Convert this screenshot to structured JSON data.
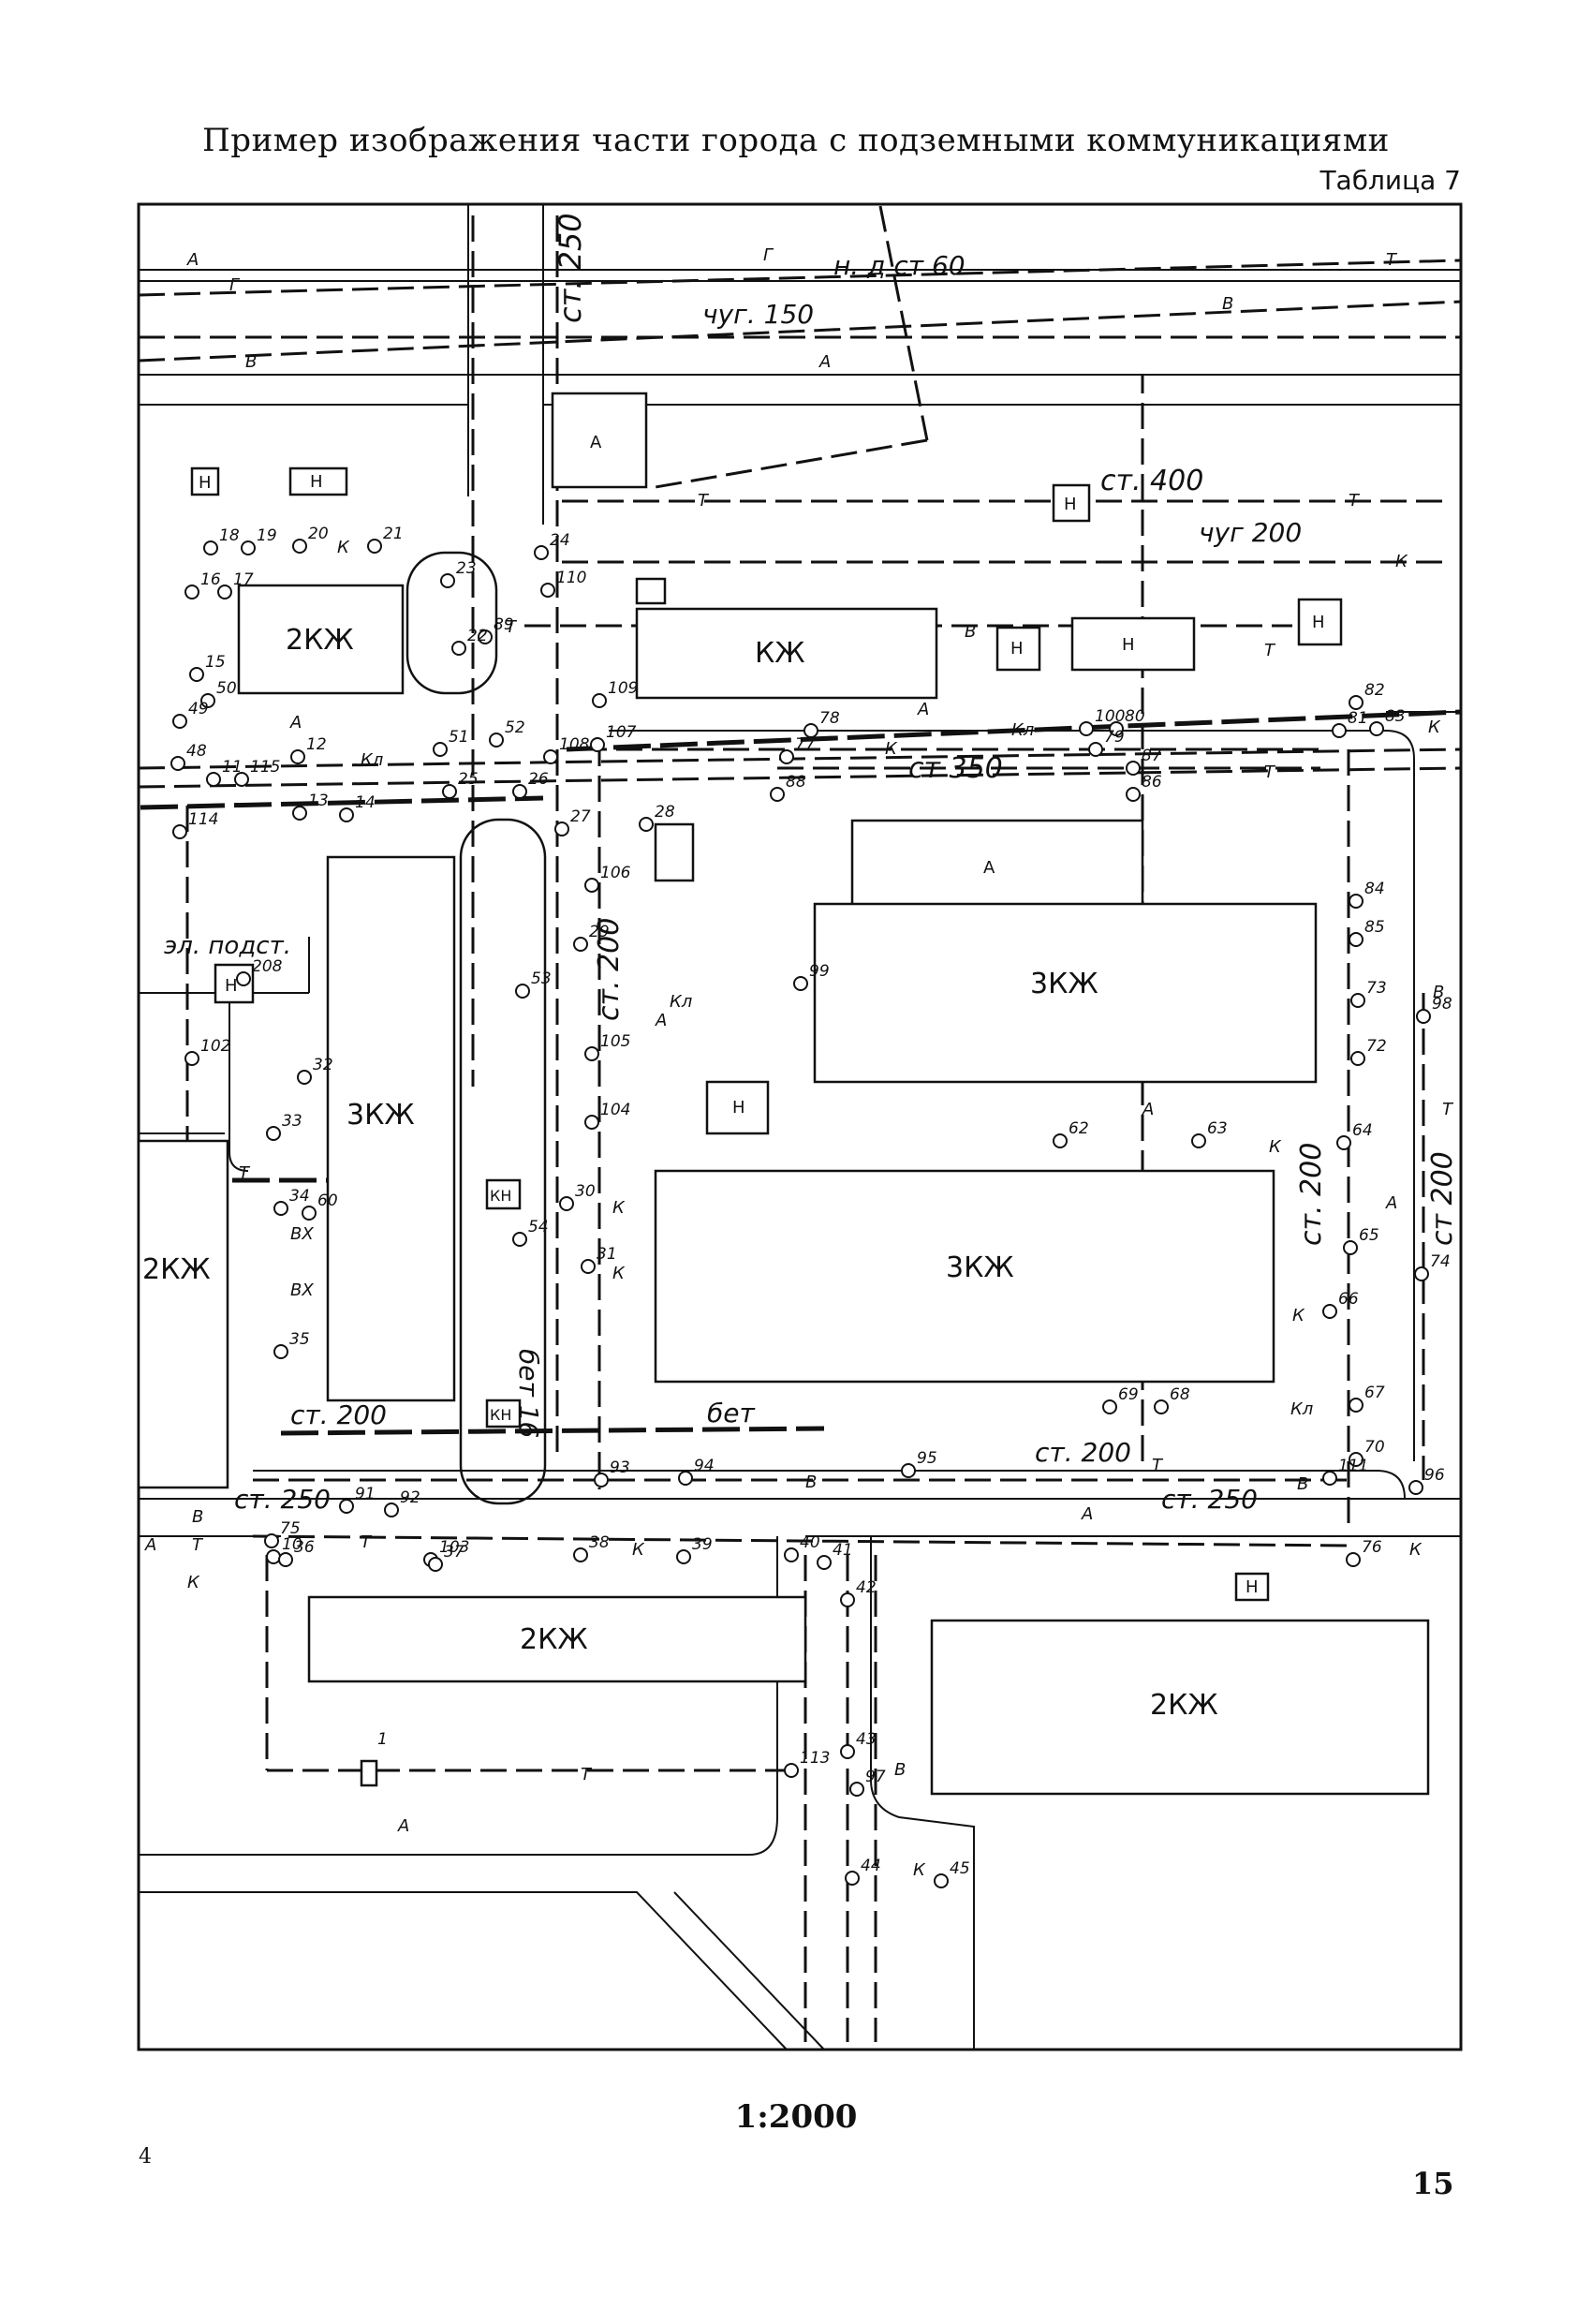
{
  "header": {
    "title": "Пример изображения части города с подземными коммуникациями",
    "table": "Таблица 7"
  },
  "footer": {
    "scale": "1:2000",
    "page_left": "4",
    "page_right": "15"
  },
  "map": {
    "line_labels": {
      "st250_top": "ст. 250",
      "nd_st60": "н. д  ст 60",
      "chug150": "чуг. 150",
      "st400": "ст. 400",
      "chug200": "чуг 200",
      "st350": "ст 350",
      "el_podst": "эл. подст.",
      "st200_a": "ст. 200",
      "st200_b": "ст. 200",
      "st200_c": "ст. 200",
      "st200_d": "ст. 200",
      "st200_e": "ст 200",
      "st250_a": "ст. 250",
      "st250_b": "ст. 250",
      "bet16": "бет 16",
      "bet": "бет"
    },
    "buildings": {
      "b_2kzh_1": "2КЖ",
      "b_kzh": "КЖ",
      "b_3kzh_1": "3КЖ",
      "b_3kzh_2": "3КЖ",
      "b_3kzh_3": "3КЖ",
      "b_2kzh_2": "2КЖ",
      "b_2kzh_3": "2КЖ",
      "b_2kzh_4": "2КЖ",
      "n": "Н",
      "kn": "КН",
      "a": "А"
    },
    "letters": {
      "A": "А",
      "G": "Г",
      "V": "В",
      "T": "Т",
      "K": "К",
      "Kl": "Кл",
      "VX": "ВХ"
    },
    "wells": [
      "18",
      "19",
      "20",
      "21",
      "17",
      "16",
      "15",
      "50",
      "49",
      "48",
      "11",
      "115",
      "12",
      "13",
      "14",
      "114",
      "23",
      "24",
      "110",
      "89",
      "22",
      "51",
      "52",
      "108",
      "107",
      "109",
      "25",
      "26",
      "27",
      "28",
      "106",
      "29",
      "53",
      "105",
      "104",
      "30",
      "31",
      "54",
      "102",
      "32",
      "33",
      "34",
      "60",
      "35",
      "208",
      "99",
      "78",
      "77",
      "88",
      "100",
      "80",
      "79",
      "87",
      "86",
      "82",
      "81",
      "83",
      "84",
      "85",
      "73",
      "72",
      "64",
      "65",
      "66",
      "67",
      "70",
      "111",
      "96",
      "62",
      "63",
      "69",
      "68",
      "98",
      "74",
      "93",
      "94",
      "95",
      "91",
      "92",
      "75",
      "10",
      "36",
      "103",
      "37",
      "38",
      "39",
      "40",
      "41",
      "42",
      "43",
      "97",
      "44",
      "45",
      "113",
      "76",
      "1"
    ]
  }
}
